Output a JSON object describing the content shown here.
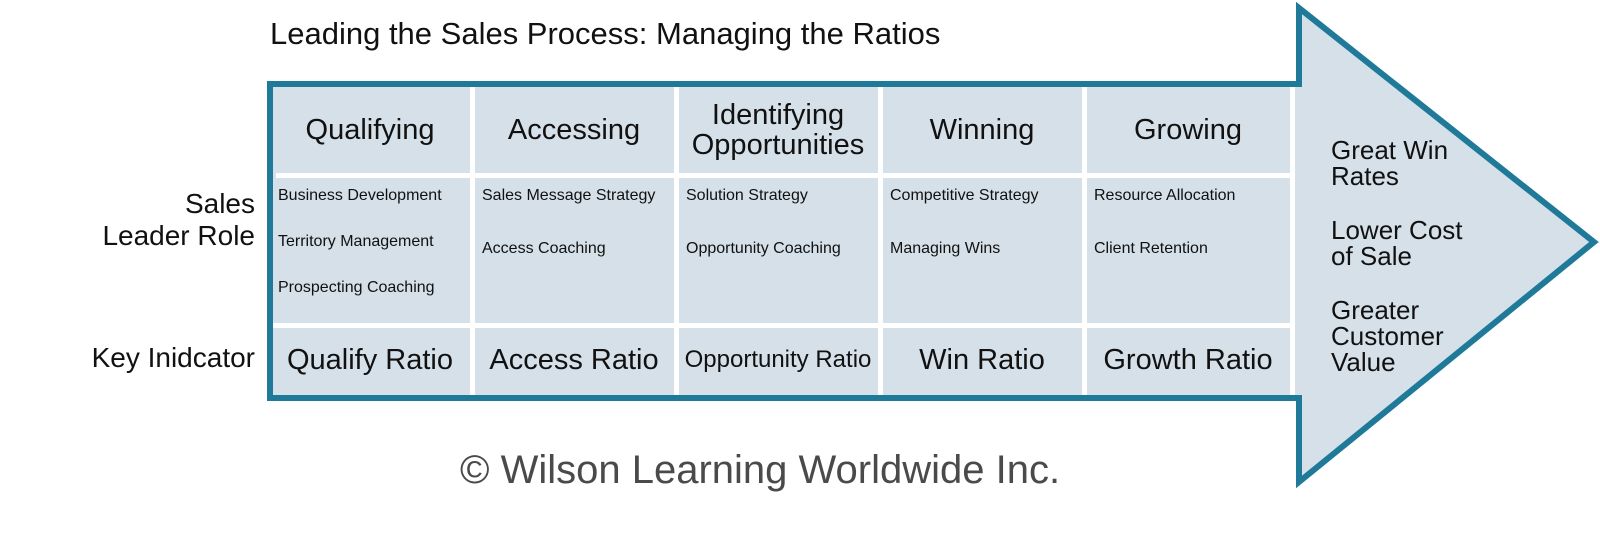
{
  "title": "Leading the Sales Process: Managing the Ratios",
  "row_labels": {
    "role": "Sales Leader Role",
    "indicator": "Key Inidcator"
  },
  "columns": [
    {
      "header": "Qualifying",
      "roles": [
        "Business Development",
        "Territory Management",
        "Prospecting Coaching"
      ],
      "indicator": "Qualify Ratio"
    },
    {
      "header": "Accessing",
      "roles": [
        "Sales Message Strategy",
        "Access Coaching"
      ],
      "indicator": "Access Ratio"
    },
    {
      "header": "Identifying Opportunities",
      "roles": [
        "Solution Strategy",
        "Opportunity Coaching"
      ],
      "indicator": "Opportunity Ratio"
    },
    {
      "header": "Winning",
      "roles": [
        "Competitive Strategy",
        "Managing Wins"
      ],
      "indicator": "Win Ratio"
    },
    {
      "header": "Growing",
      "roles": [
        "Resource Allocation",
        "Client Retention"
      ],
      "indicator": "Growth Ratio"
    }
  ],
  "outcomes": [
    "Great Win Rates",
    "Lower Cost of Sale",
    "Greater Customer Value"
  ],
  "copyright": "© Wilson Learning Worldwide Inc.",
  "colors": {
    "border": "#1f7a99",
    "fill": "#d5e0e9",
    "divider": "#ffffff"
  }
}
